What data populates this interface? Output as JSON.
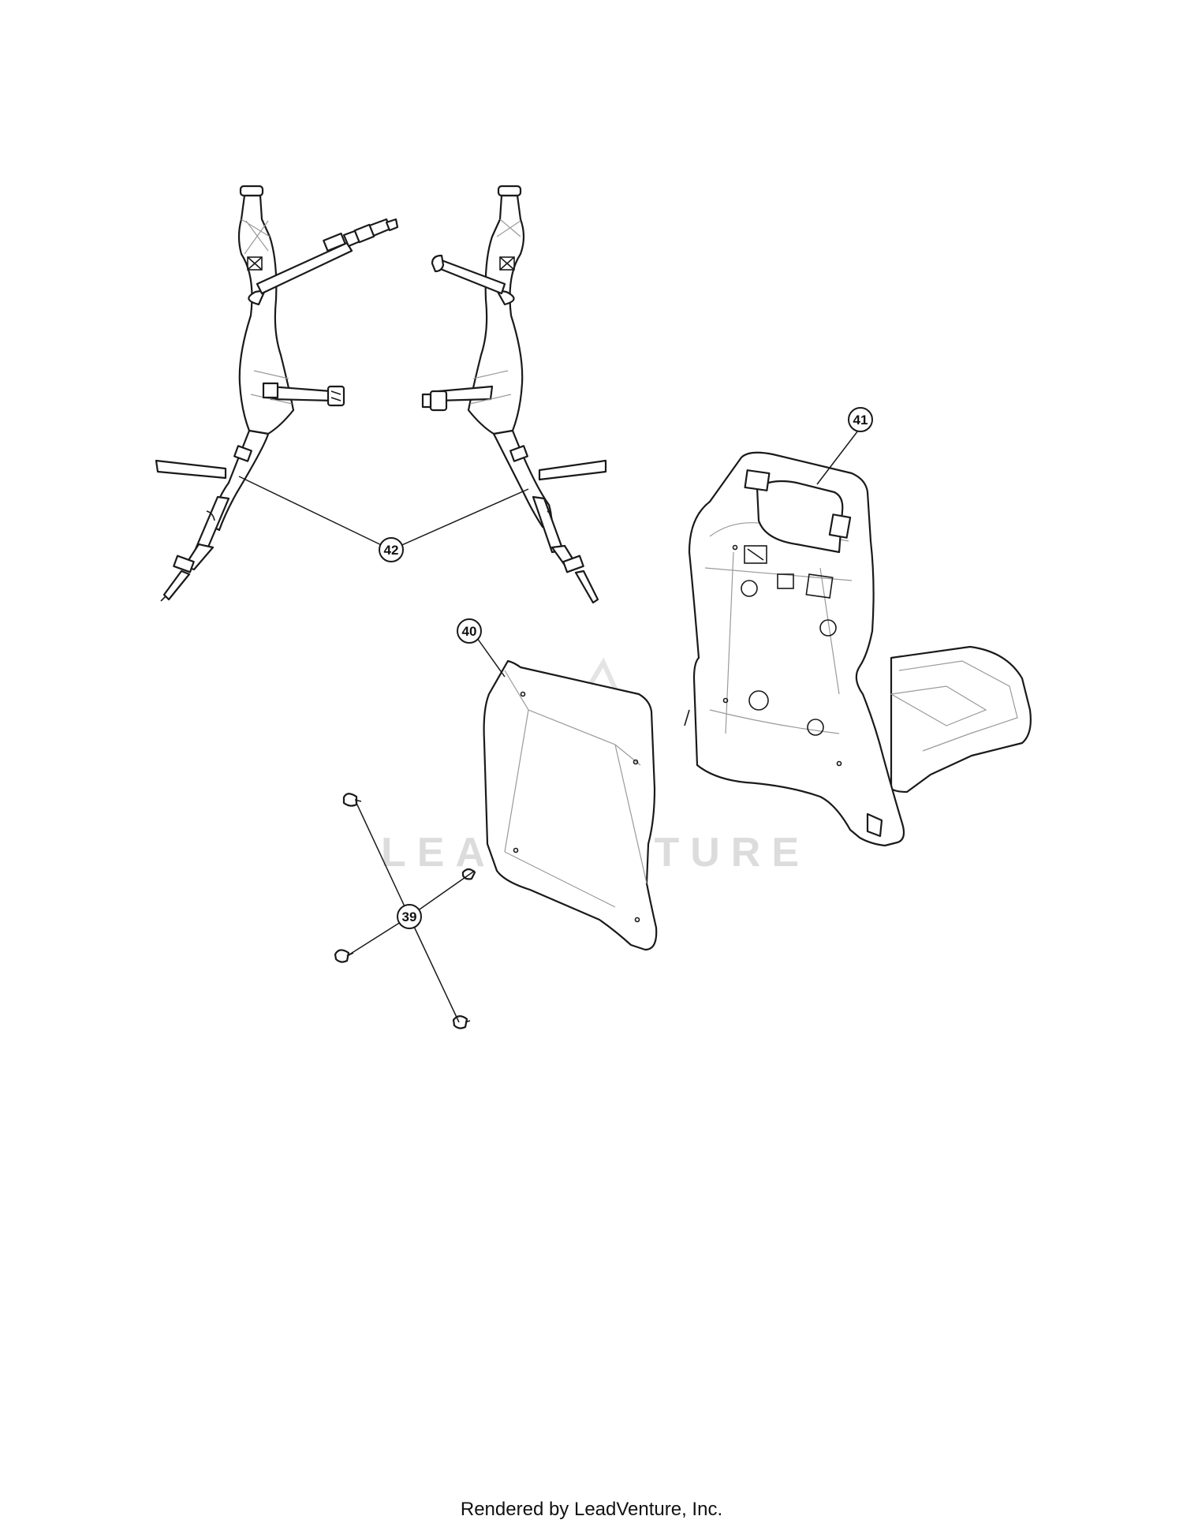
{
  "callouts": [
    {
      "id": "39",
      "label": "39"
    },
    {
      "id": "40",
      "label": "40"
    },
    {
      "id": "41",
      "label": "41"
    },
    {
      "id": "42",
      "label": "42"
    }
  ],
  "watermark": {
    "text": "LEADVENTURE"
  },
  "footer": {
    "text": "Rendered by LeadVenture, Inc."
  }
}
